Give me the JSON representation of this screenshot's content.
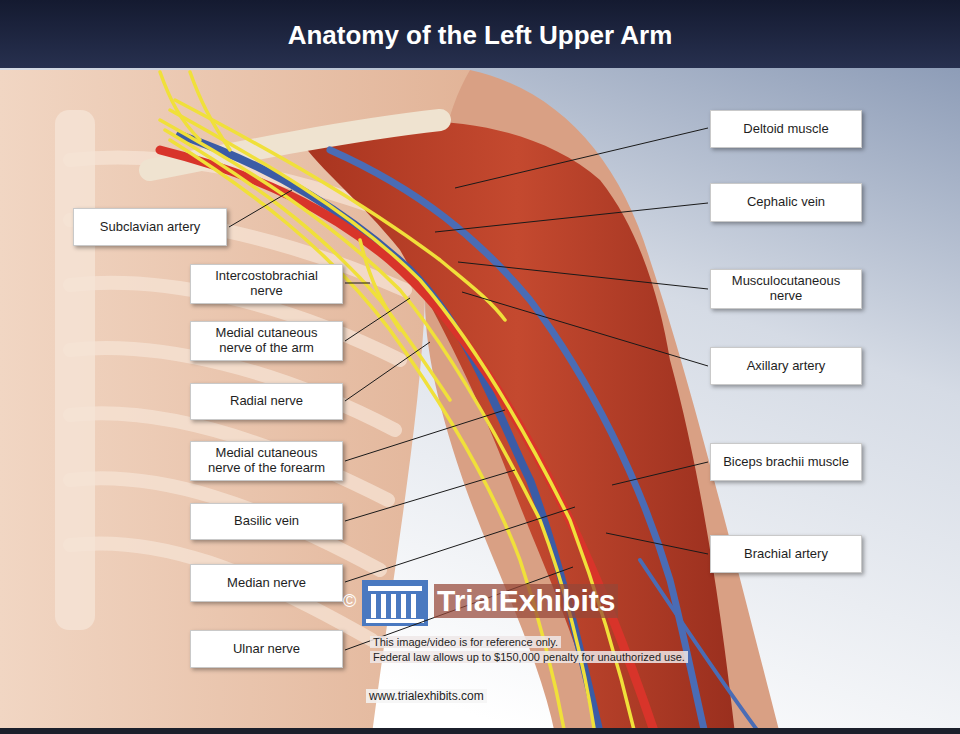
{
  "diagram": {
    "title": "Anatomy of the Left Upper Arm",
    "nodes": [
      {
        "text": [
          "Deltoid muscle"
        ]
      },
      {
        "text": [
          "Cephalic vein"
        ]
      },
      {
        "text": [
          "Subclavian artery"
        ]
      },
      {
        "text": [
          "Intercostobrachial nerve"
        ]
      },
      {
        "text": [
          "Musculocutaneous nerve"
        ]
      },
      {
        "text": [
          "Medial cutaneous nerve of the arm"
        ]
      },
      {
        "text": [
          "Axillary artery"
        ]
      },
      {
        "text": [
          "Radial nerve"
        ]
      },
      {
        "text": [
          "Medial cutaneous nerve of the forearm"
        ]
      },
      {
        "text": [
          "Biceps brachii muscle"
        ]
      },
      {
        "text": [
          "Basilic vein"
        ]
      },
      {
        "text": [
          "Brachial artery"
        ]
      },
      {
        "text": [
          "Median nerve"
        ]
      },
      {
        "text": [
          "Ulnar nerve"
        ]
      }
    ],
    "labels": [
      "©",
      "TrialExhibits",
      "This image/video is for reference only.",
      "Federal law allows up to $150,000 penalty for unauthorized use.",
      "www.trialexhibits.com"
    ]
  }
}
